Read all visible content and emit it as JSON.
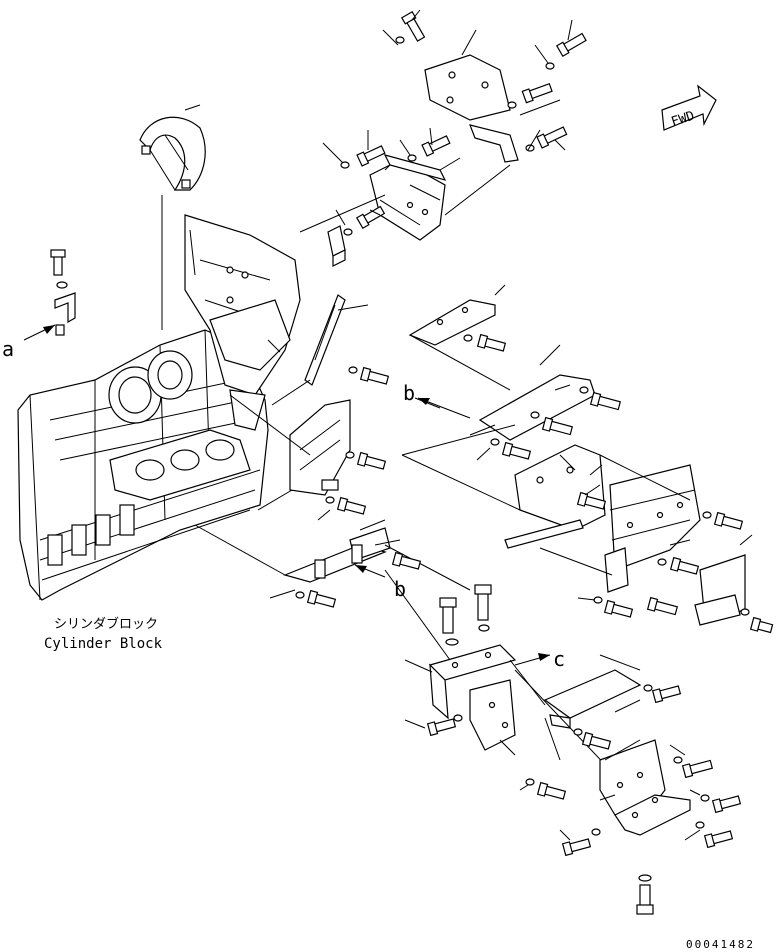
{
  "labels": {
    "fwd": "FWD",
    "callout_a": "a",
    "callout_b_upper": "b",
    "callout_b_lower": "b",
    "callout_c": "c",
    "cylinder_block_jp": "シリンダブロック",
    "cylinder_block_en": "Cylinder Block",
    "drawing_number": "00041482"
  }
}
